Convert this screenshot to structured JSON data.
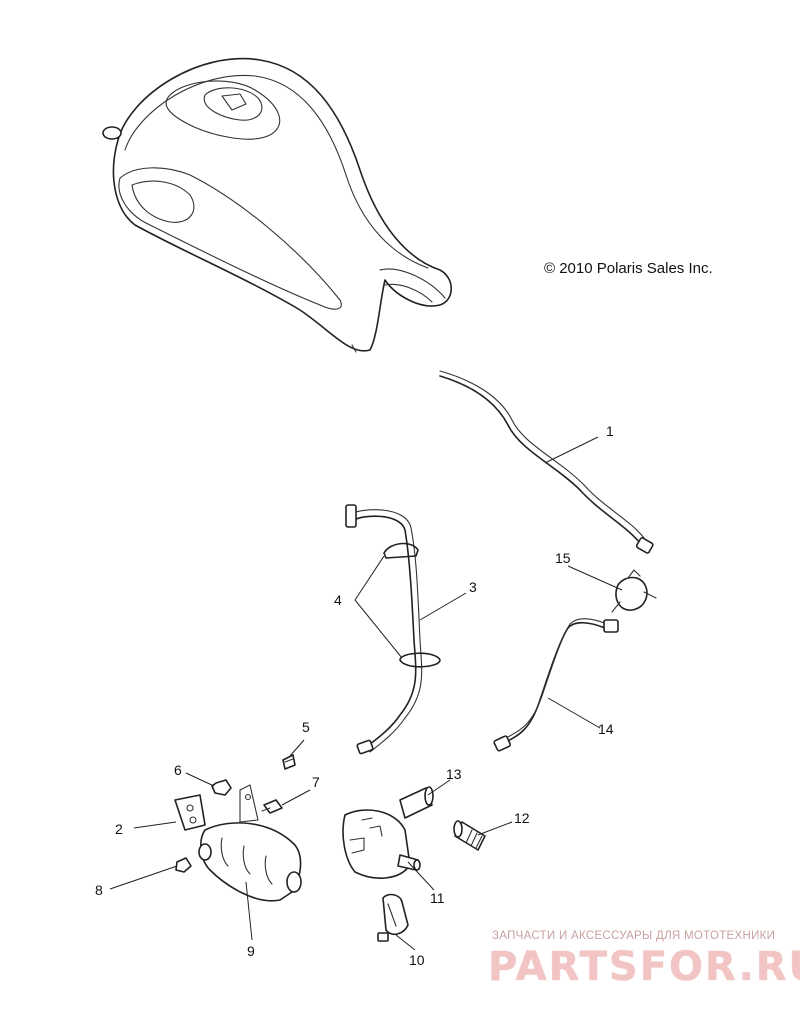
{
  "copyright": "© 2010 Polaris Sales Inc.",
  "callouts": [
    "1",
    "2",
    "3",
    "4",
    "5",
    "6",
    "7",
    "8",
    "9",
    "10",
    "11",
    "12",
    "13",
    "14",
    "15"
  ],
  "watermark": {
    "caption": "ЗАПЧАСТИ И АКСЕССУАРЫ ДЛЯ МОТОТЕХНИКИ",
    "logo": "PARTSFOR.RU"
  }
}
